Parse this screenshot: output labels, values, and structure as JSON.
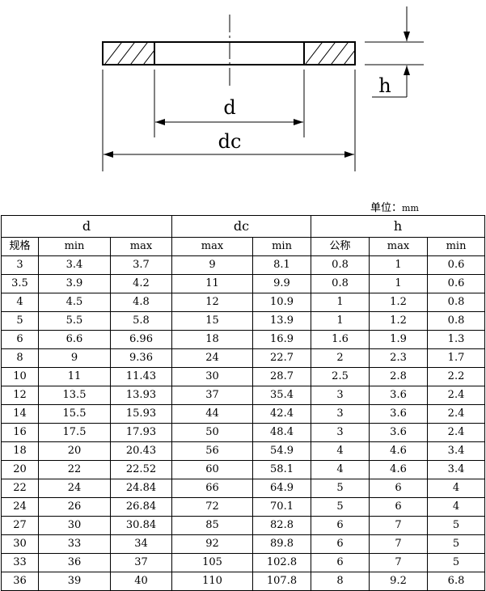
{
  "drawing": {
    "dim_d": "d",
    "dim_dc": "dc",
    "dim_h": "h"
  },
  "unit_label": "单位：",
  "unit_value": "mm",
  "table": {
    "groups": [
      {
        "label": "d",
        "span": 3
      },
      {
        "label": "dc",
        "span": 2
      },
      {
        "label": "h",
        "span": 3
      }
    ],
    "subheaders": [
      "规格",
      "min",
      "max",
      "max",
      "min",
      "公称",
      "max",
      "min"
    ],
    "rows": [
      [
        "3",
        "3.4",
        "3.7",
        "9",
        "8.1",
        "0.8",
        "1",
        "0.6"
      ],
      [
        "3.5",
        "3.9",
        "4.2",
        "11",
        "9.9",
        "0.8",
        "1",
        "0.6"
      ],
      [
        "4",
        "4.5",
        "4.8",
        "12",
        "10.9",
        "1",
        "1.2",
        "0.8"
      ],
      [
        "5",
        "5.5",
        "5.8",
        "15",
        "13.9",
        "1",
        "1.2",
        "0.8"
      ],
      [
        "6",
        "6.6",
        "6.96",
        "18",
        "16.9",
        "1.6",
        "1.9",
        "1.3"
      ],
      [
        "8",
        "9",
        "9.36",
        "24",
        "22.7",
        "2",
        "2.3",
        "1.7"
      ],
      [
        "10",
        "11",
        "11.43",
        "30",
        "28.7",
        "2.5",
        "2.8",
        "2.2"
      ],
      [
        "12",
        "13.5",
        "13.93",
        "37",
        "35.4",
        "3",
        "3.6",
        "2.4"
      ],
      [
        "14",
        "15.5",
        "15.93",
        "44",
        "42.4",
        "3",
        "3.6",
        "2.4"
      ],
      [
        "16",
        "17.5",
        "17.93",
        "50",
        "48.4",
        "3",
        "3.6",
        "2.4"
      ],
      [
        "18",
        "20",
        "20.43",
        "56",
        "54.9",
        "4",
        "4.6",
        "3.4"
      ],
      [
        "20",
        "22",
        "22.52",
        "60",
        "58.1",
        "4",
        "4.6",
        "3.4"
      ],
      [
        "22",
        "24",
        "24.84",
        "66",
        "64.9",
        "5",
        "6",
        "4"
      ],
      [
        "24",
        "26",
        "26.84",
        "72",
        "70.1",
        "5",
        "6",
        "4"
      ],
      [
        "27",
        "30",
        "30.84",
        "85",
        "82.8",
        "6",
        "7",
        "5"
      ],
      [
        "30",
        "33",
        "34",
        "92",
        "89.8",
        "6",
        "7",
        "5"
      ],
      [
        "33",
        "36",
        "37",
        "105",
        "102.8",
        "6",
        "7",
        "5"
      ],
      [
        "36",
        "39",
        "40",
        "110",
        "107.8",
        "8",
        "9.2",
        "6.8"
      ]
    ]
  }
}
